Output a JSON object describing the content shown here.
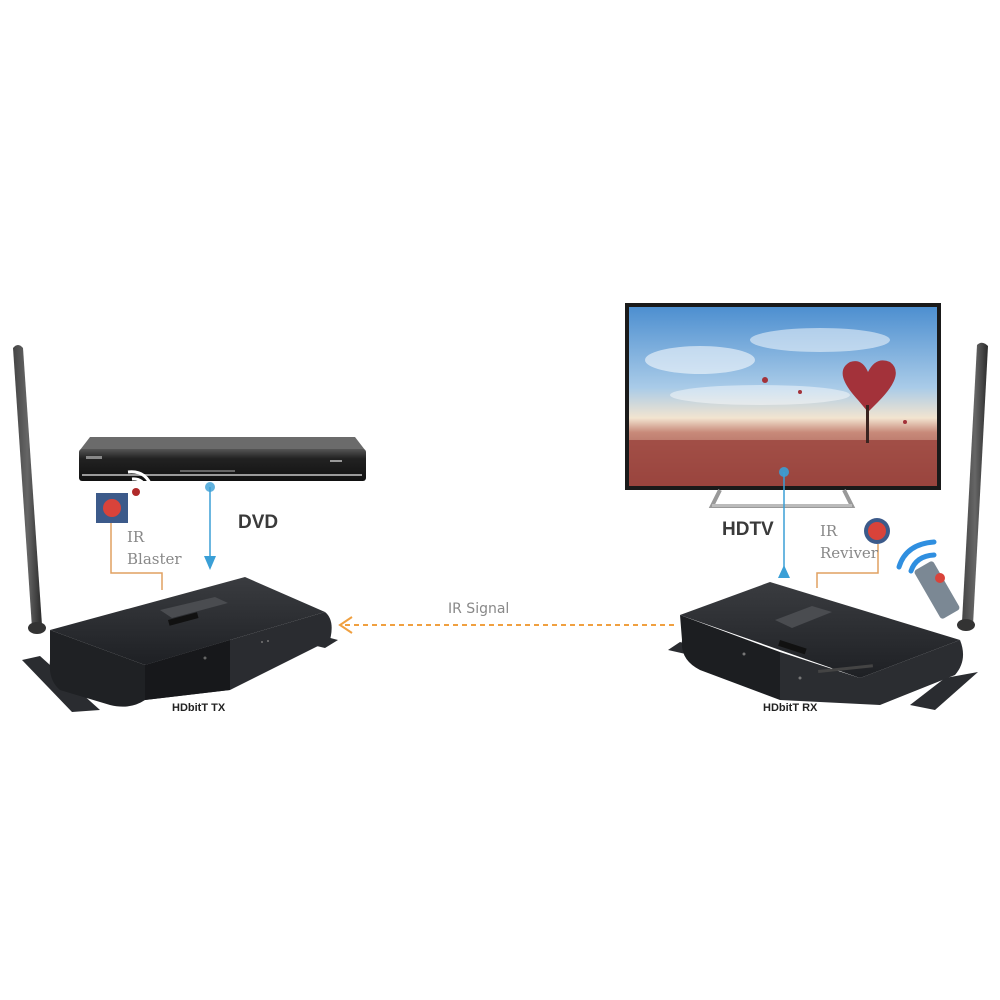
{
  "diagram": {
    "devices": {
      "dvd": {
        "label": "DVD"
      },
      "hdtv": {
        "label": "HDTV"
      },
      "transmitter": {
        "label": "HDbitT TX"
      },
      "receiver": {
        "label": "HDbitT RX"
      }
    },
    "ir": {
      "blaster_line1": "IR",
      "blaster_line2": "Blaster",
      "receiver_line1": "IR",
      "receiver_line2": "Reviver",
      "signal_label": "IR Signal"
    },
    "colors": {
      "hdmi_line": "#3a9fd6",
      "ir_line": "#e0a060",
      "ir_signal": "#f0a040",
      "ir_dot": "#d9433a",
      "ir_box": "#3c5a8a",
      "device_body": "#2a2c30",
      "wifi_arc": "#2f8fe0"
    }
  }
}
